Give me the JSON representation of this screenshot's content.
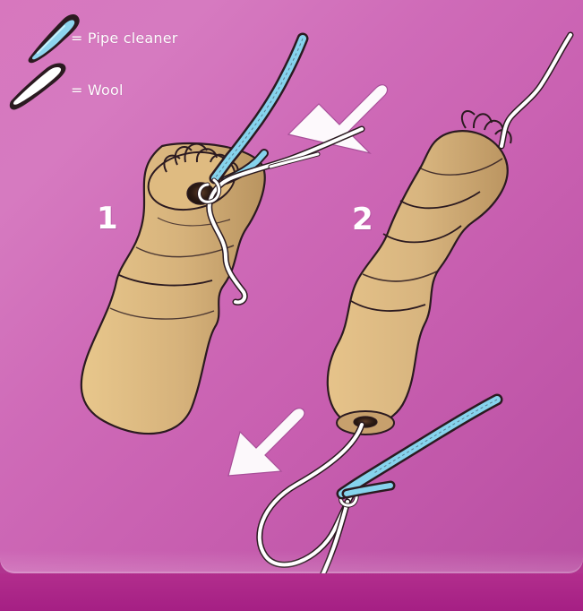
{
  "legend": {
    "pipe_cleaner": {
      "icon": "pipe-cleaner-strip-icon",
      "label": "= Pipe cleaner",
      "color": "#85d4ec"
    },
    "wool": {
      "icon": "wool-strip-icon",
      "label": "= Wool",
      "color": "#ffffff"
    }
  },
  "steps": {
    "first": "1",
    "second": "2"
  },
  "colors": {
    "background": "#cf6bb8",
    "bottom_band": "#a51f84",
    "peg": "#d8b57f",
    "outline": "#2b1a20"
  }
}
